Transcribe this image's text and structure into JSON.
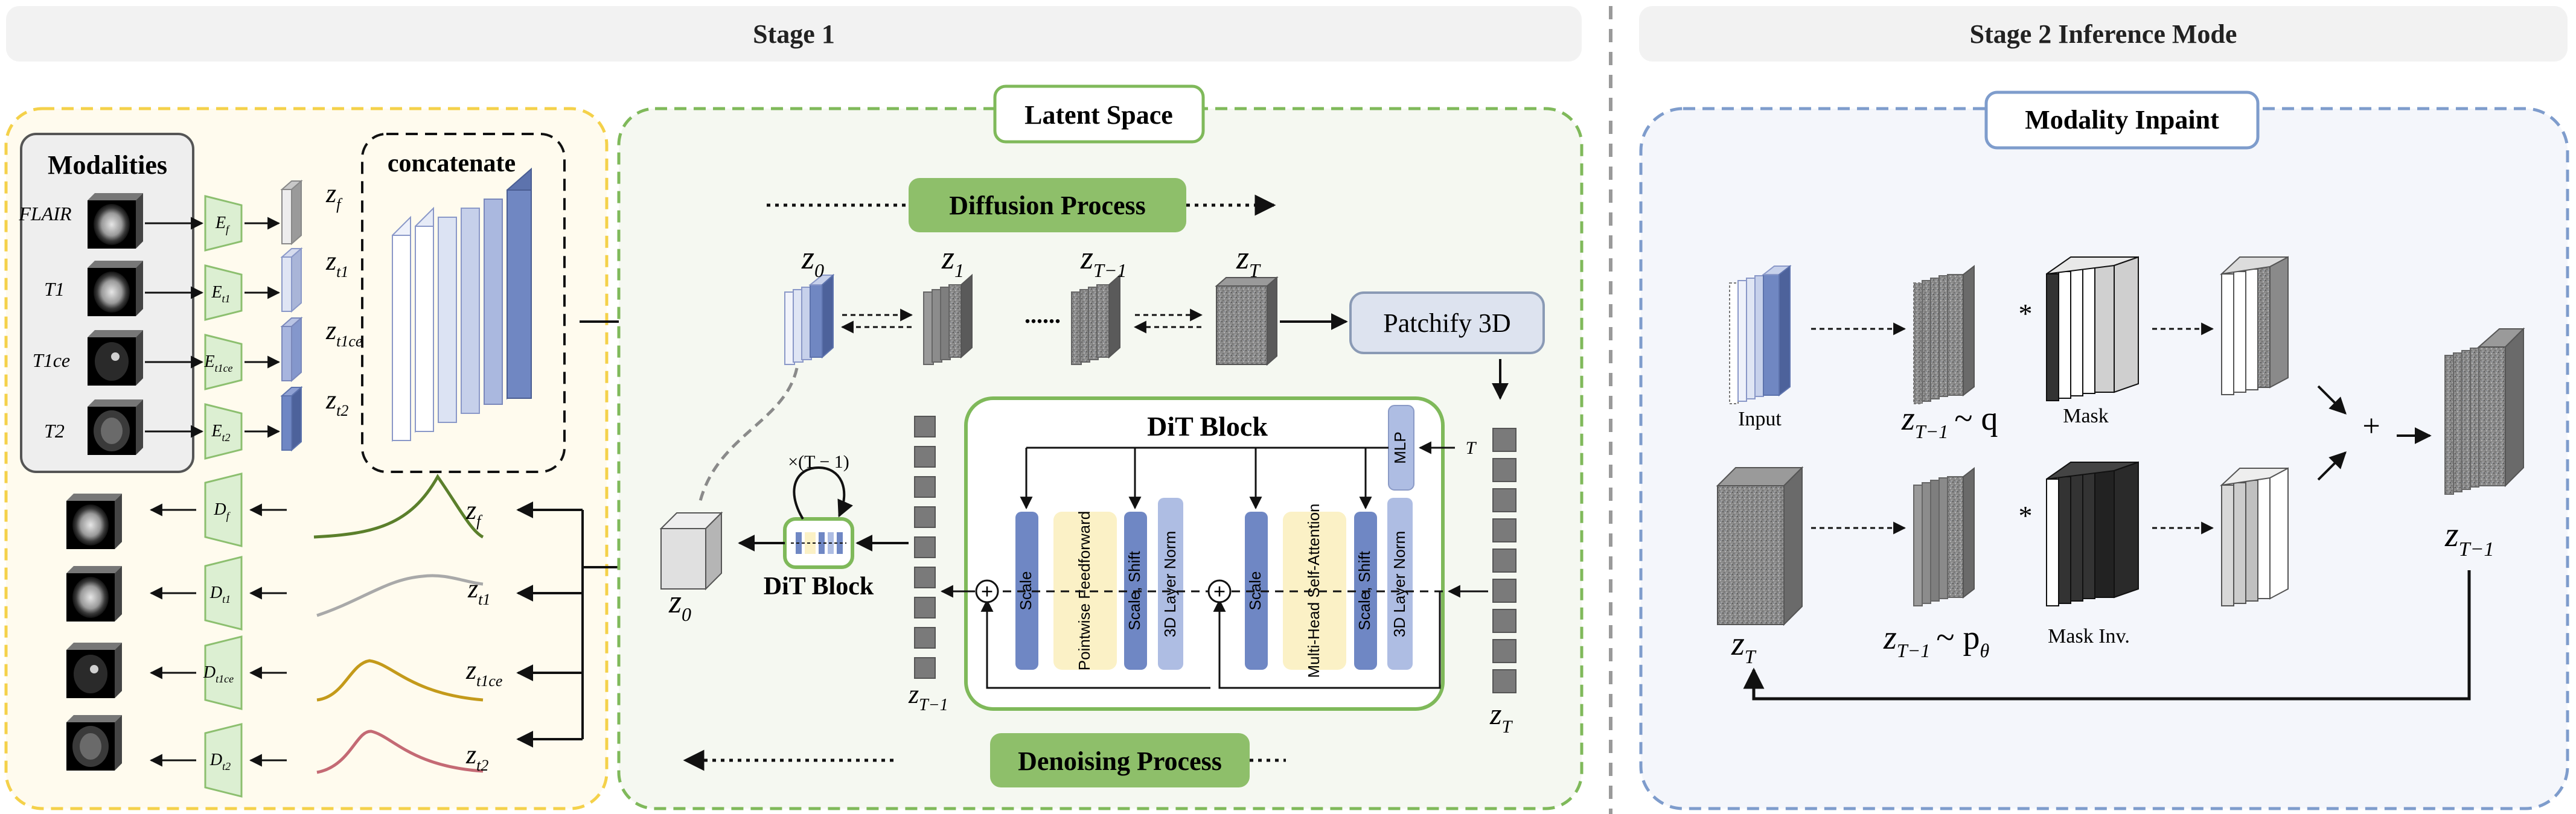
{
  "stage1": {
    "title": "Stage 1"
  },
  "stage2": {
    "title": "Stage 2 Inference Mode"
  },
  "modalities": {
    "title": "Modalities",
    "items": [
      {
        "label": "FLAIR",
        "encoder": "E",
        "enc_sub": "f",
        "latent": "z",
        "latent_sub": "f"
      },
      {
        "label": "T1",
        "encoder": "E",
        "enc_sub": "t1",
        "latent": "z",
        "latent_sub": "t1"
      },
      {
        "label": "T1ce",
        "encoder": "E",
        "enc_sub": "t1ce",
        "latent": "z",
        "latent_sub": "t1ce"
      },
      {
        "label": "T2",
        "encoder": "E",
        "enc_sub": "t2",
        "latent": "z",
        "latent_sub": "t2"
      }
    ],
    "concatenate": "concatenate"
  },
  "decoders": [
    {
      "label": "D",
      "sub": "f",
      "latent": "z",
      "latent_sub": "f",
      "color": "#5b7f2b"
    },
    {
      "label": "D",
      "sub": "t1",
      "latent": "z",
      "latent_sub": "t1",
      "color": "#a9a9a9"
    },
    {
      "label": "D",
      "sub": "t1ce",
      "latent": "z",
      "latent_sub": "t1ce",
      "color": "#c49a1a"
    },
    {
      "label": "D",
      "sub": "t2",
      "latent": "z",
      "latent_sub": "t2",
      "color": "#c46a74"
    }
  ],
  "latent_space": {
    "title": "Latent Space",
    "diffusion": "Diffusion Process",
    "denoising": "Denoising Process",
    "patchify": "Patchify 3D",
    "z0": "z",
    "z0_sub": "0",
    "z1": "z",
    "z1_sub": "1",
    "zt1": "z",
    "zt1_sub": "T−1",
    "zt": "z",
    "zt_sub": "T",
    "ellipsis": "......",
    "loop_label": "×(T − 1)",
    "dit_small": "DiT Block",
    "time_token": "T",
    "dit": {
      "title": "DiT Block",
      "mlp": "MLP",
      "scale": "Scale",
      "pointwise": "Pointwise Feedforward",
      "scale_shift": "Scale, Shift",
      "layer_norm": "3D Layer Norm",
      "mhsa": "Multi-Head Self-Attention",
      "plus": "+"
    }
  },
  "inpaint": {
    "title": "Modality Inpaint",
    "input": "Input",
    "mask": "Mask",
    "mask_inv": "Mask Inv.",
    "q_label": "~ q",
    "p_label": "~ p",
    "p_sub": "θ",
    "star": "*",
    "plus": "+",
    "zt_out": "z",
    "zt_out_sub": "T−1",
    "zT": "z",
    "zT_sub": "T"
  },
  "colors": {
    "yellow_border": "#f4d14a",
    "yellow_fill": "#fffbee",
    "green_border": "#7fb95a",
    "green_fill": "#f5f8f1",
    "blue_border": "#7e9ccc",
    "blue_fill": "#f4f6fb",
    "encoder": "#dcefd2",
    "block_blue": "#6f87c4",
    "block_yellow": "#fbf1c6",
    "pill_green": "#8ebf6a"
  }
}
